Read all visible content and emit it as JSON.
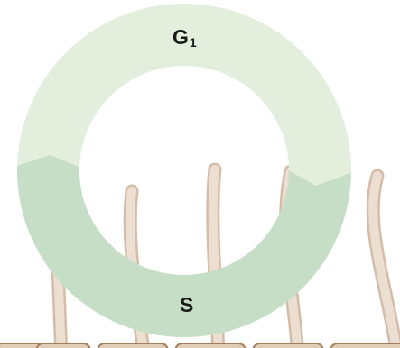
{
  "phases": {
    "g1": {
      "letter": "G",
      "subscript": "1",
      "color": "#e3eedd"
    },
    "s": {
      "letter": "S",
      "color": "#c6dec6"
    }
  },
  "colors": {
    "filament_fill": "#ecdfd1",
    "filament_outline": "#d3bda9",
    "base_fill": "#e1cdb5",
    "base_outline": "#a07e5c"
  }
}
